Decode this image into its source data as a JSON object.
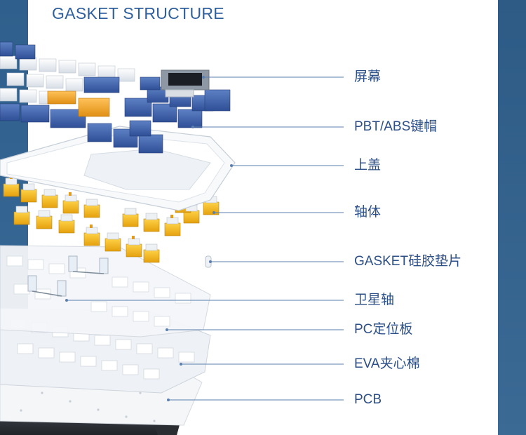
{
  "title": "GASKET STRUCTURE",
  "colors": {
    "accent": "#2f5f9c",
    "key_blue": "#3a5ea8",
    "key_white": "#f1f4f8",
    "key_orange": "#f2a327",
    "switch_yellow": "#f3b51b",
    "edge": "#315f8b"
  },
  "layers": [
    {
      "id": "screen",
      "label": "屏幕"
    },
    {
      "id": "keycaps",
      "label": "PBT/ABS键帽"
    },
    {
      "id": "top-case",
      "label": "上盖"
    },
    {
      "id": "switches",
      "label": "轴体"
    },
    {
      "id": "gasket",
      "label": "GASKET硅胶垫片"
    },
    {
      "id": "stabilizers",
      "label": "卫星轴"
    },
    {
      "id": "plate",
      "label": "PC定位板"
    },
    {
      "id": "foam",
      "label": "EVA夹心棉"
    },
    {
      "id": "pcb",
      "label": "PCB"
    }
  ]
}
